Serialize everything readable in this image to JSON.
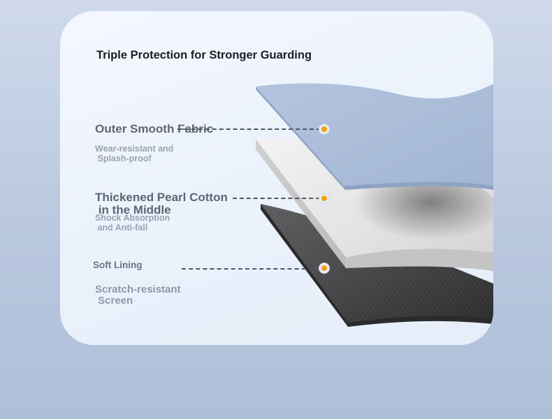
{
  "title": "Triple Protection for Stronger Guarding",
  "layers": [
    {
      "name": "Outer Smooth Fabric",
      "description": "Wear-resistant and\n Splash-proof",
      "swatch_color": "#a9bcd9"
    },
    {
      "name": "Thickened Pearl Cotton\n in the Middle",
      "description": "Shock Absorption\n and Anti-fall",
      "swatch_color": "#e8e8e8"
    },
    {
      "name": "Soft Lining",
      "description": "Scratch-resistant\n Screen",
      "swatch_color": "#444446"
    }
  ],
  "colors": {
    "accent_dot": "#f59f12",
    "background": "#b9c8df",
    "card": "#eef3fb"
  }
}
